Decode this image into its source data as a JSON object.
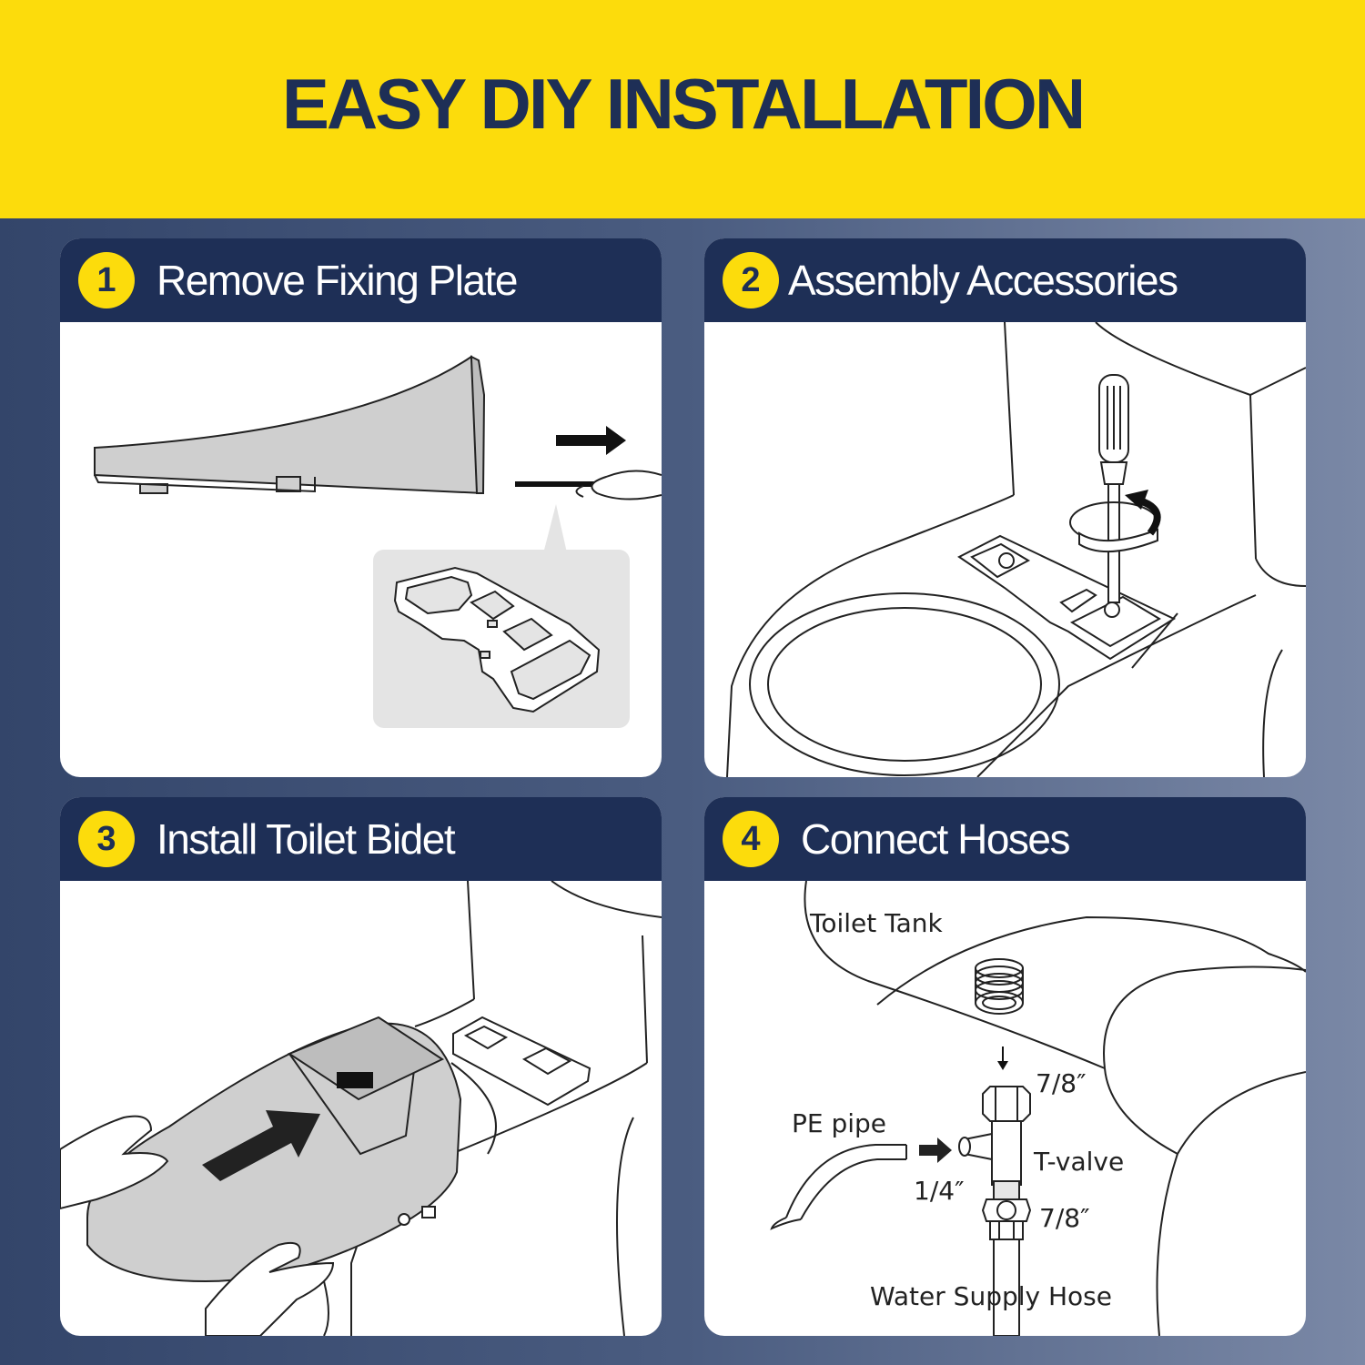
{
  "title": "EASY DIY INSTALLATION",
  "steps": [
    {
      "number": "1",
      "label": "Remove Fixing Plate"
    },
    {
      "number": "2",
      "label": "Assembly Accessories"
    },
    {
      "number": "3",
      "label": "Install Toilet Bidet"
    },
    {
      "number": "4",
      "label": "Connect Hoses"
    }
  ],
  "hose_labels": {
    "toilet_tank": "Toilet Tank",
    "top_size": "7/8″",
    "pe_pipe": "PE pipe",
    "t_valve": "T-valve",
    "small_size": "1/4″",
    "bottom_size": "7/8″",
    "water_supply_hose": "Water Supply Hose"
  },
  "colors": {
    "banner": "#fcdc0c",
    "navy": "#1e2f56",
    "badge": "#fcdc0c"
  }
}
